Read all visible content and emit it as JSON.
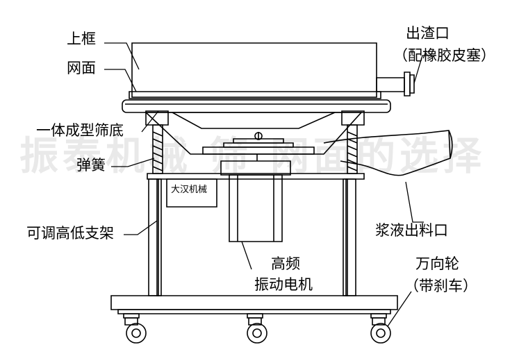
{
  "watermark": "振泰机械 筛 网面的选择",
  "nameplate": "大汉机械",
  "labels": {
    "upper_frame": "上框",
    "mesh": "网面",
    "sieve_bottom": "一体成型筛底",
    "spring": "弹簧",
    "adjustable_stand": "可调高低支架",
    "slag_outlet": "出渣口",
    "slag_outlet_note": "（配橡胶皮塞）",
    "slurry_outlet": "浆液出料口",
    "motor_line1": "高频",
    "motor_line2": "振动电机",
    "caster_line1": "万向轮",
    "caster_line2": "（带刹车）"
  }
}
